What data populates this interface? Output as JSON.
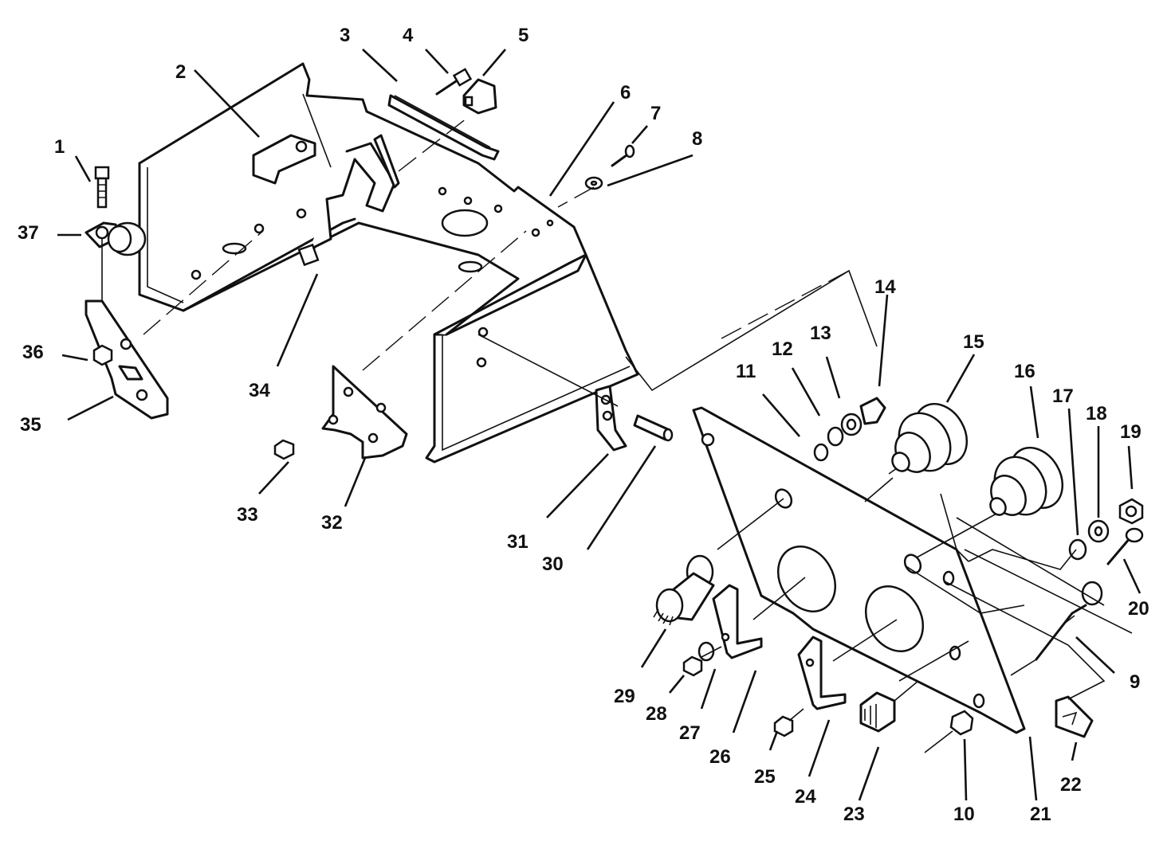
{
  "callouts": [
    "1",
    "2",
    "3",
    "4",
    "5",
    "6",
    "7",
    "8",
    "9",
    "10",
    "11",
    "12",
    "13",
    "14",
    "15",
    "16",
    "17",
    "18",
    "19",
    "20",
    "21",
    "22",
    "23",
    "24",
    "25",
    "26",
    "27",
    "28",
    "29",
    "30",
    "31",
    "32",
    "33",
    "34",
    "35",
    "36",
    "37"
  ],
  "colors": {
    "line": "#111111",
    "background": "#ffffff"
  }
}
